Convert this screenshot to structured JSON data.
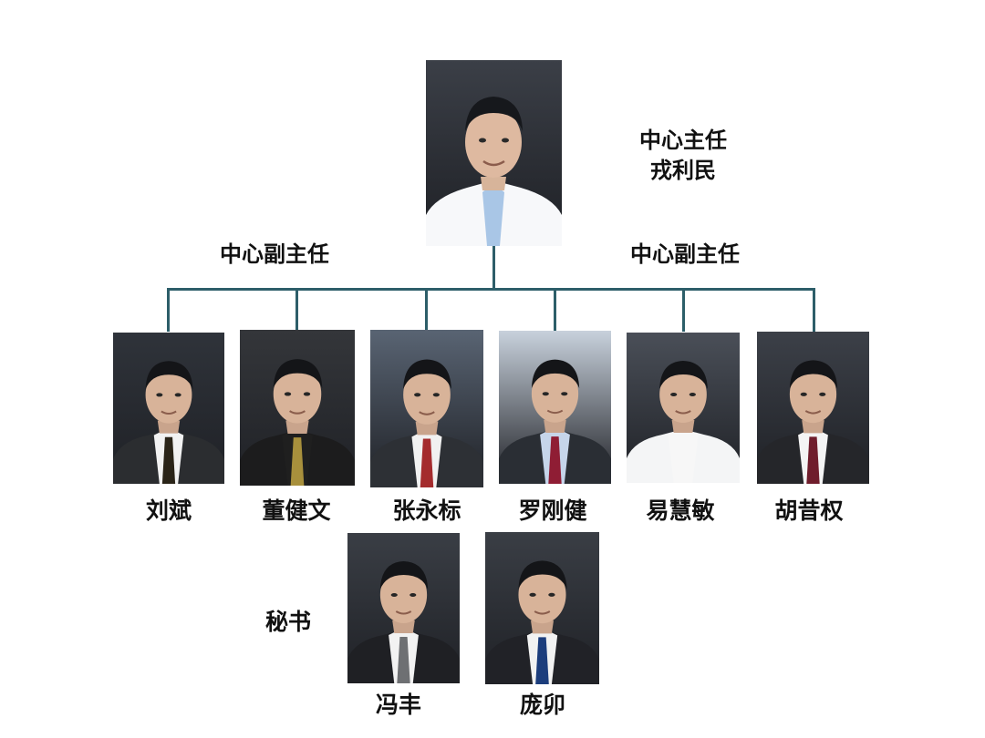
{
  "director": {
    "role": "中心主任",
    "name": "戎利民",
    "photo_icon": "director-portrait-icon"
  },
  "deputy_role_labels": [
    "中心副主任",
    "中心副主任"
  ],
  "deputies": [
    {
      "name": "刘斌",
      "photo_icon": "portrait-icon",
      "shirt": "#f2f2f2",
      "tie": "#2a2418",
      "jacket": "#2b2d30",
      "bg": "#2f333a"
    },
    {
      "name": "董健文",
      "photo_icon": "portrait-icon",
      "shirt": "#1f1f1f",
      "tie": "#a8903c",
      "jacket": "#1c1c1d",
      "bg": "#34363a"
    },
    {
      "name": "张永标",
      "photo_icon": "portrait-icon",
      "shirt": "#f1f1f1",
      "tie": "#a42b2d",
      "jacket": "#2d3035",
      "bg": "#596473"
    },
    {
      "name": "罗刚健",
      "photo_icon": "portrait-icon",
      "shirt": "#c6d5ea",
      "tie": "#8f1d34",
      "jacket": "#2a2e34",
      "bg": "#c8d1dc"
    },
    {
      "name": "易慧敏",
      "photo_icon": "portrait-icon",
      "shirt": "#f7f7f7",
      "tie": "#f7f7f7",
      "jacket": "#f4f5f6",
      "bg": "#4a4f58"
    },
    {
      "name": "胡昔权",
      "photo_icon": "portrait-icon",
      "shirt": "#f4f4f4",
      "tie": "#6f1d2c",
      "jacket": "#25262a",
      "bg": "#3c4048"
    }
  ],
  "secretary_label": "秘书",
  "secretaries": [
    {
      "name": "冯丰",
      "photo_icon": "portrait-icon",
      "shirt": "#f2f2f2",
      "tie": "#6e7073",
      "jacket": "#1f2024",
      "bg": "#3a3e45"
    },
    {
      "name": "庞卯",
      "photo_icon": "portrait-icon",
      "shirt": "#f2f2f2",
      "tie": "#1c3d7c",
      "jacket": "#212227",
      "bg": "#3a3e45"
    }
  ],
  "colors": {
    "connector": "#2d5e69",
    "text": "#111111",
    "background": "#ffffff"
  }
}
